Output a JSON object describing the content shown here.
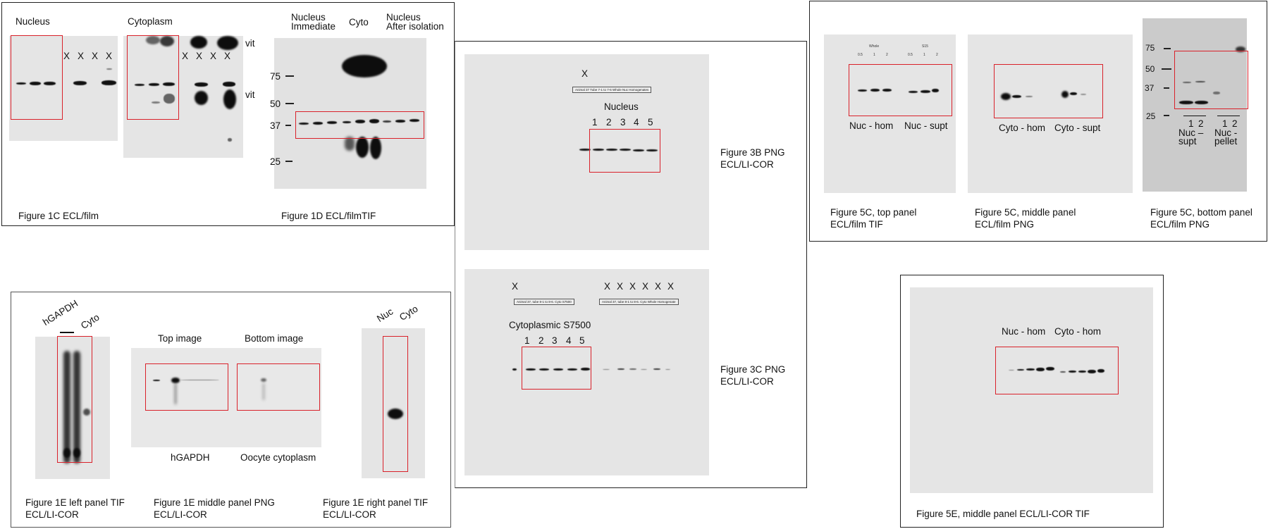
{
  "fig1c": {
    "nucleus": "Nucleus",
    "cytoplasm": "Cytoplasm",
    "x": "X",
    "vit": "vit",
    "caption": "Figure 1C ECL/film"
  },
  "fig1d": {
    "col1_line1": "Nucleus",
    "col1_line2": "Immediate",
    "col2": "Cyto",
    "col3_line1": "Nucleus",
    "col3_line2": "After isolation",
    "markers": [
      "75",
      "50",
      "37",
      "25"
    ],
    "caption": "Figure 1D ECL/filmTIF"
  },
  "fig3b": {
    "x": "X",
    "tag": "Animal 37 Tube 7-1 to 7-6 Whole Nuc Homogenates",
    "title": "Nucleus",
    "lanes": [
      "1",
      "2",
      "3",
      "4",
      "5"
    ],
    "caption_line1": "Figure 3B PNG",
    "caption_line2": "ECL/LI-COR"
  },
  "fig3c": {
    "x": "X",
    "tag_left": "Animal 37, tube 8-1 to 8-6.  Cyto S7500",
    "tag_right": "Animal 37, tube 8-1 to 8-6.  Cyto Whole Homogenate",
    "title": "Cytoplasmic S7500",
    "lanes": [
      "1",
      "2",
      "3",
      "4",
      "5"
    ],
    "caption_line1": "Figure 3C PNG",
    "caption_line2": "ECL/LI-COR"
  },
  "fig1e": {
    "left_hgapdh": "hGAPDH",
    "left_cyto": "Cyto",
    "left_caption_line1": "Figure 1E left panel TIF",
    "left_caption_line2": "ECL/LI-COR",
    "mid_top": "Top image",
    "mid_bottom": "Bottom  image",
    "mid_hgapdh": "hGAPDH",
    "mid_oocyte": "Oocyte cytoplasm",
    "mid_caption_line1": "Figure 1E middle panel PNG",
    "mid_caption_line2": "ECL/LI-COR",
    "right_nuc": "Nuc",
    "right_cyto": "Cyto",
    "right_caption_line1": "Figure 1E right panel TIF",
    "right_caption_line2": "ECL/LI-COR"
  },
  "fig5c": {
    "top_whole": "Whole",
    "top_s15": "S15",
    "top_lanes": [
      "0.5",
      "1",
      "2",
      "0.5",
      "1",
      "2"
    ],
    "top_nuc_hom": "Nuc - hom",
    "top_nuc_supt": "Nuc - supt",
    "top_caption_line1": "Figure 5C, top panel",
    "top_caption_line2": "ECL/film TIF",
    "mid_cyto_hom": "Cyto - hom",
    "mid_cyto_supt": "Cyto - supt",
    "mid_caption_line1": "Figure 5C, middle panel",
    "mid_caption_line2": "ECL/film PNG",
    "bot_markers": [
      "75",
      "50",
      "37",
      "25"
    ],
    "bot_lanes": [
      "1",
      "2",
      "1",
      "2"
    ],
    "bot_nuc_supt_line1": "Nuc –",
    "bot_nuc_supt_line2": "supt",
    "bot_nuc_pellet_line1": "Nuc -",
    "bot_nuc_pellet_line2": "pellet",
    "bot_caption_line1": "Figure 5C, bottom panel",
    "bot_caption_line2": "ECL/film PNG"
  },
  "fig5e": {
    "nuc_hom": "Nuc - hom",
    "cyto_hom": "Cyto - hom",
    "caption": "Figure 5E, middle panel ECL/LI-COR TIF"
  },
  "colors": {
    "highlight_box": "#d9212a",
    "gel_background": "#e5e5e5",
    "frame": "#222222"
  }
}
